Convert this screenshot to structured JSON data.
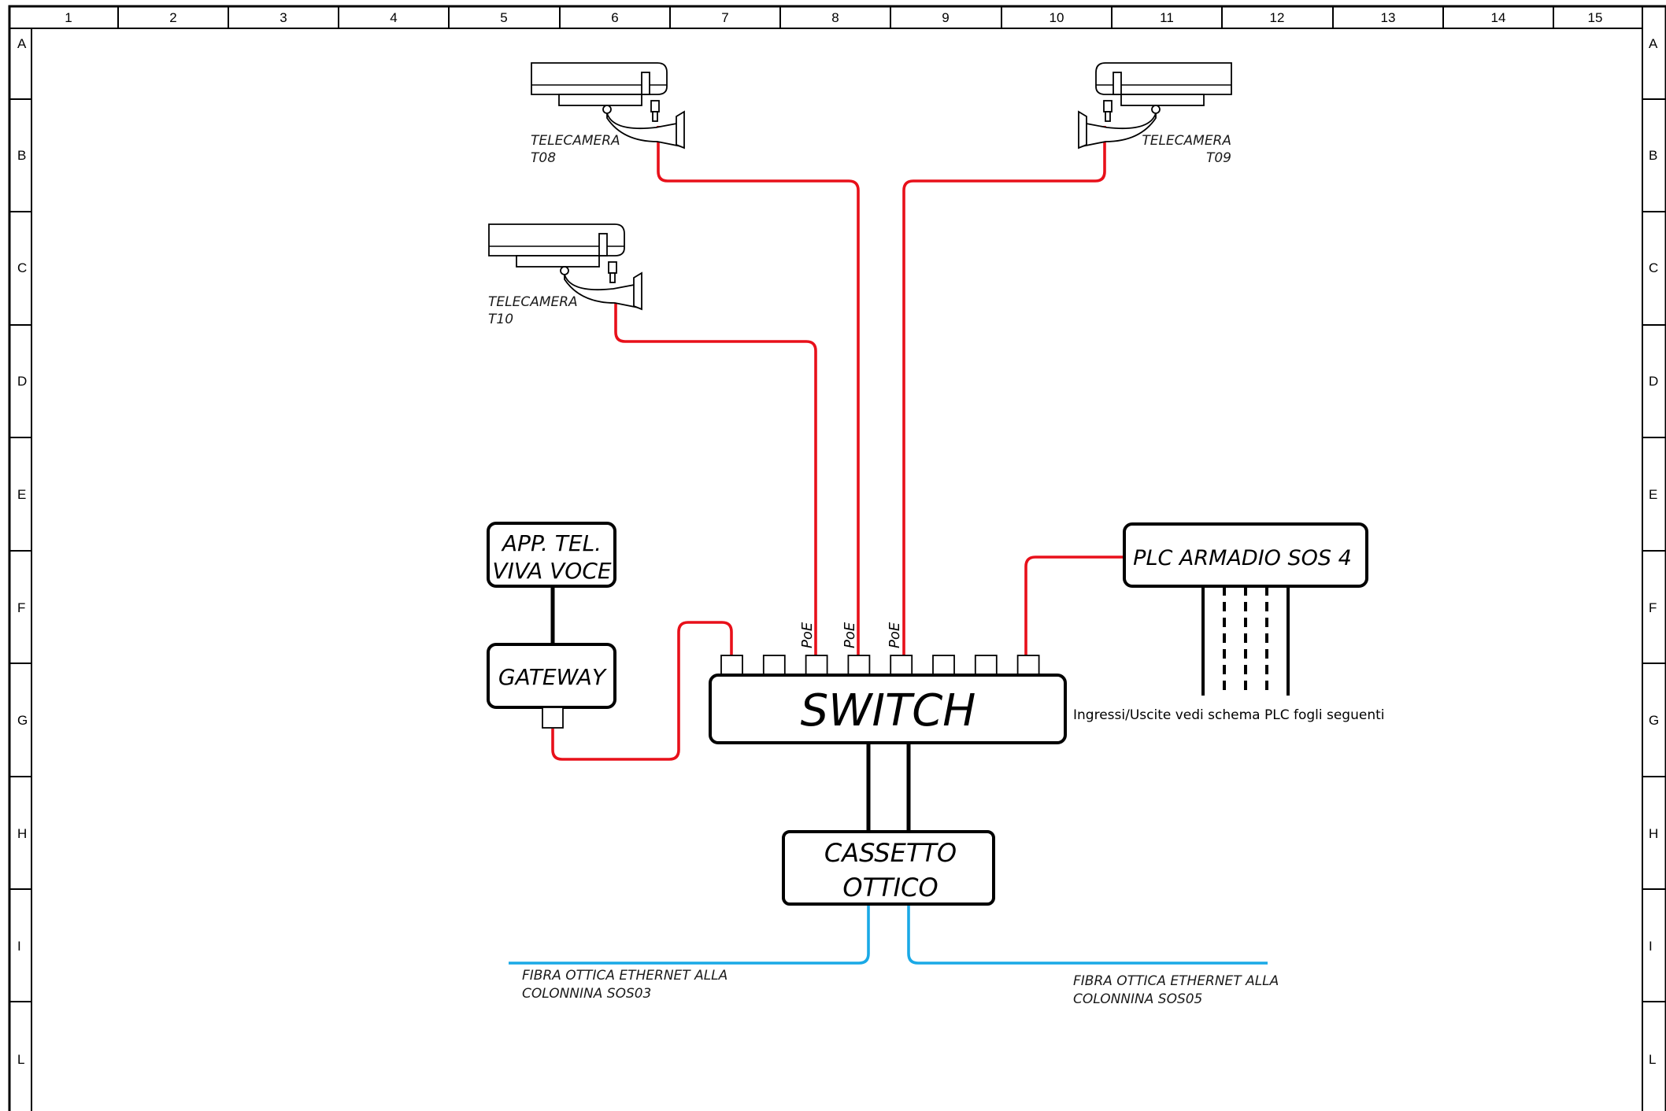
{
  "border": {
    "columns": [
      "1",
      "2",
      "3",
      "4",
      "5",
      "6",
      "7",
      "8",
      "9",
      "10",
      "11",
      "12",
      "13",
      "14",
      "15"
    ],
    "rows": [
      "A",
      "B",
      "C",
      "D",
      "E",
      "F",
      "G",
      "H",
      "I",
      "L"
    ]
  },
  "cameras": [
    {
      "id": "t08",
      "label_line1": "TELECAMERA",
      "label_line2": "T08",
      "orientation": "right"
    },
    {
      "id": "t09",
      "label_line1": "TELECAMERA",
      "label_line2": "T09",
      "orientation": "left"
    },
    {
      "id": "t10",
      "label_line1": "TELECAMERA",
      "label_line2": "T10",
      "orientation": "right"
    }
  ],
  "telephone": {
    "line1": "APP. TEL.",
    "line2": "VIVA VOCE"
  },
  "gateway": {
    "label": "GATEWAY"
  },
  "switch": {
    "label": "SWITCH",
    "port_count": 8,
    "poe_labels": [
      "PoE",
      "PoE",
      "PoE"
    ]
  },
  "plc": {
    "label": "PLC ARMADIO SOS 4",
    "io_note": "Ingressi/Uscite vedi schema PLC fogli seguenti"
  },
  "fiber_box": {
    "line1": "CASSETTO",
    "line2": "OTTICO"
  },
  "fiber_links": [
    {
      "line1": "FIBRA OTTICA ETHERNET ALLA",
      "line2": "COLONNINA SOS03"
    },
    {
      "line1": "FIBRA OTTICA ETHERNET ALLA",
      "line2": "COLONNINA SOS05"
    }
  ],
  "colors": {
    "ethernet": "#e8101a",
    "fiber": "#1aa9e6",
    "line": "#000000"
  }
}
